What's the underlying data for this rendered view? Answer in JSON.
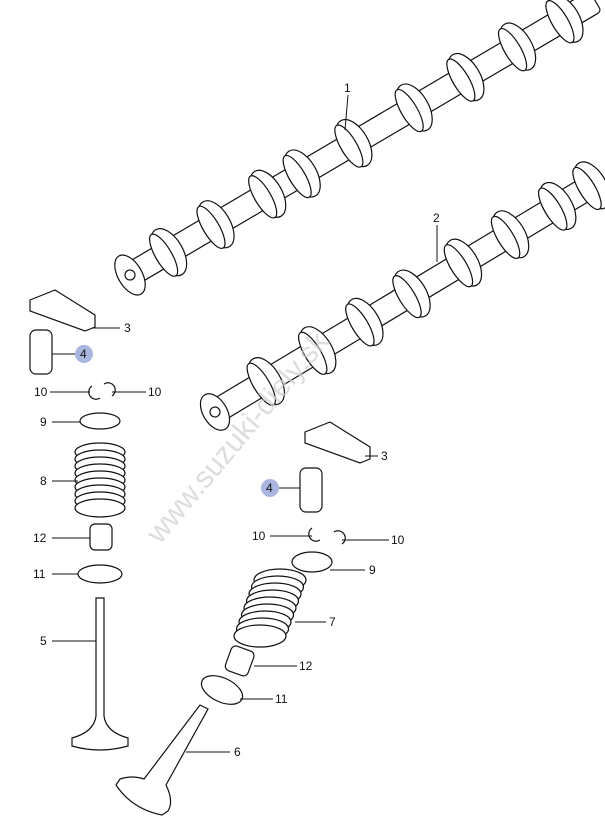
{
  "watermark": "www.suzuki-diely.sk",
  "highlight_color": "#a9b6e0",
  "callouts": {
    "camshaft_intake": "1",
    "camshaft_exhaust": "2",
    "rocker_arm_left": "3",
    "lash_adjuster_left": "4",
    "cotter_left_a": "10",
    "cotter_left_b": "10",
    "retainer_left": "9",
    "spring_left": "8",
    "seal_left": "12",
    "seat_left": "11",
    "valve_left": "5",
    "rocker_arm_right": "3",
    "lash_adjuster_right": "4",
    "cotter_right_a": "10",
    "cotter_right_b": "10",
    "retainer_right": "9",
    "spring_right": "7",
    "seal_right": "12",
    "seat_right": "11",
    "valve_right": "6"
  }
}
